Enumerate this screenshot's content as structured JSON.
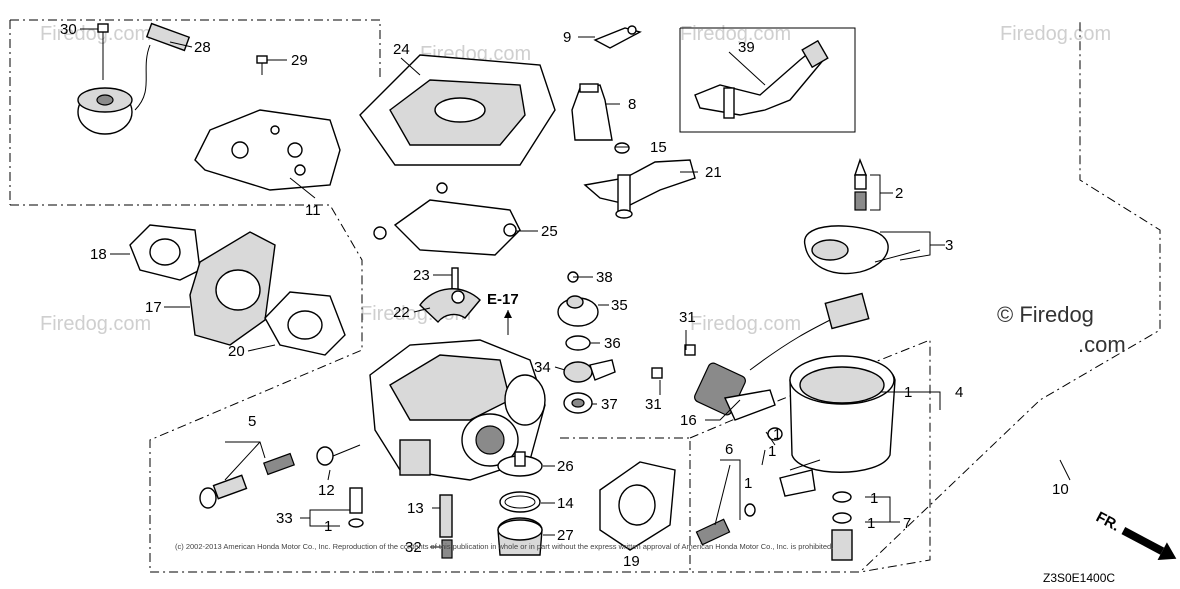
{
  "diagram": {
    "callouts": [
      "1",
      "2",
      "3",
      "4",
      "5",
      "6",
      "7",
      "8",
      "9",
      "10",
      "11",
      "12",
      "13",
      "14",
      "15",
      "16",
      "17",
      "18",
      "19",
      "20",
      "21",
      "22",
      "23",
      "24",
      "25",
      "26",
      "27",
      "28",
      "29",
      "30",
      "31",
      "32",
      "33",
      "34",
      "35",
      "36",
      "37",
      "38",
      "39"
    ],
    "reference": "E-17",
    "direction_label": "FR.",
    "drawing_code": "Z3S0E1400C",
    "watermark": "© Firedog.com",
    "watermark_faint": "Firedog.com",
    "copyright": "(c) 2002-2013 American Honda Motor Co., Inc. Reproduction of the contents of this publication in whole or in part without the express written approval of American Honda Motor Co., Inc. is prohibited."
  }
}
